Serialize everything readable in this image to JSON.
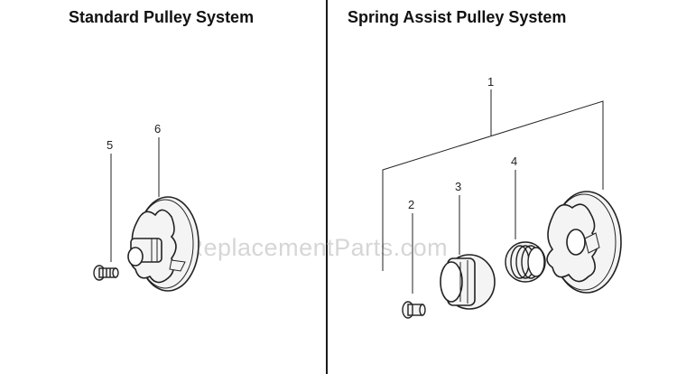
{
  "panels": {
    "left": {
      "title": "Standard Pulley System"
    },
    "right": {
      "title": "Spring Assist Pulley System"
    }
  },
  "callouts": {
    "c1": "1",
    "c2": "2",
    "c3": "3",
    "c4": "4",
    "c5": "5",
    "c6": "6"
  },
  "watermark": "eReplacementParts.com",
  "colors": {
    "line": "#1a1a1a",
    "part_fill": "#f4f4f4",
    "watermark": "#d6d6d6"
  }
}
